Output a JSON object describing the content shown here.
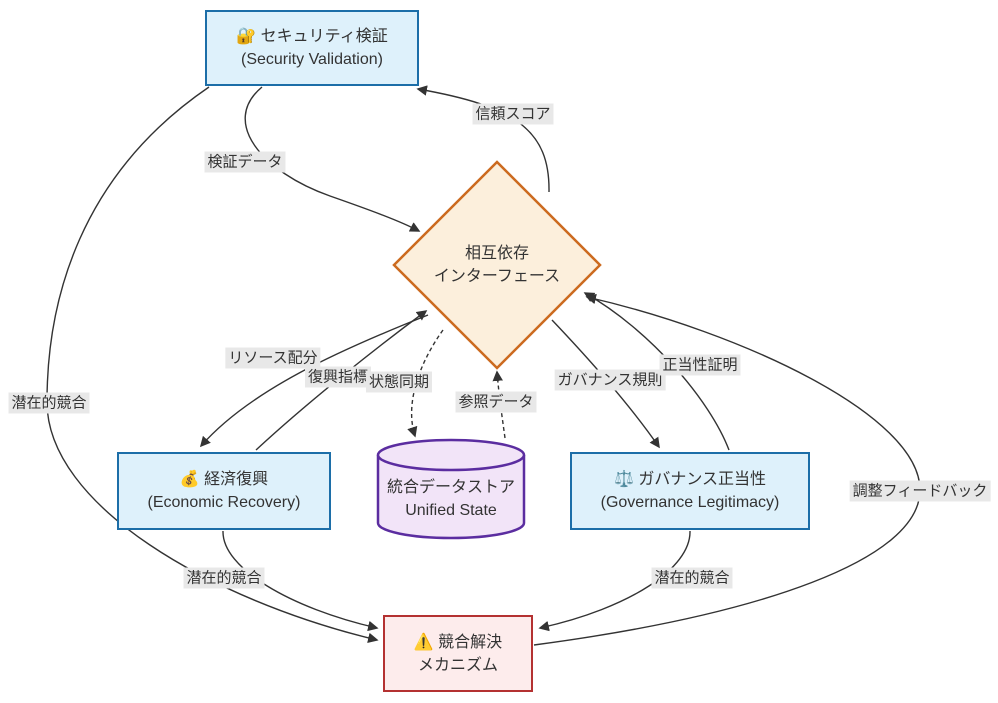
{
  "diagram": {
    "type": "flowchart",
    "nodes": {
      "security": {
        "icon": "🔐",
        "line1": "セキュリティ検証",
        "line2": "(Security Validation)",
        "shape": "rect"
      },
      "interface": {
        "line1": "相互依存",
        "line2": "インターフェース",
        "shape": "diamond"
      },
      "economic": {
        "icon": "💰",
        "line1": "経済復興",
        "line2": "(Economic Recovery)",
        "shape": "rect"
      },
      "datastore": {
        "line1": "統合データストア",
        "line2": "Unified State",
        "shape": "cylinder"
      },
      "governance": {
        "icon": "⚖️",
        "line1": "ガバナンス正当性",
        "line2": "(Governance Legitimacy)",
        "shape": "rect"
      },
      "conflict": {
        "icon": "⚠️",
        "line1": "競合解決",
        "line2": "メカニズム",
        "shape": "rect"
      }
    },
    "edges": [
      {
        "from": "security",
        "to": "interface",
        "label": "検証データ",
        "style": "solid"
      },
      {
        "from": "interface",
        "to": "security",
        "label": "信頼スコア",
        "style": "solid"
      },
      {
        "from": "interface",
        "to": "economic",
        "label": "リソース配分",
        "style": "solid"
      },
      {
        "from": "economic",
        "to": "interface",
        "label": "復興指標",
        "style": "solid"
      },
      {
        "from": "interface",
        "to": "datastore",
        "label": "状態同期",
        "style": "dashed"
      },
      {
        "from": "datastore",
        "to": "interface",
        "label": "参照データ",
        "style": "dashed"
      },
      {
        "from": "interface",
        "to": "governance",
        "label": "ガバナンス規則",
        "style": "solid"
      },
      {
        "from": "governance",
        "to": "interface",
        "label": "正当性証明",
        "style": "solid"
      },
      {
        "from": "security",
        "to": "conflict",
        "label": "潜在的競合",
        "style": "solid"
      },
      {
        "from": "economic",
        "to": "conflict",
        "label": "潜在的競合",
        "style": "solid"
      },
      {
        "from": "governance",
        "to": "conflict",
        "label": "潜在的競合",
        "style": "solid"
      },
      {
        "from": "conflict",
        "to": "interface",
        "label": "調整フィードバック",
        "style": "solid"
      }
    ],
    "colors": {
      "blue_node_fill": "#def1fb",
      "blue_node_stroke": "#1c6ea8",
      "diamond_fill": "#fcefdc",
      "diamond_stroke": "#cc6a1f",
      "datastore_fill": "#f2e4f8",
      "datastore_stroke": "#5b2da0",
      "conflict_fill": "#fdecec",
      "conflict_stroke": "#b43131",
      "edge_stroke": "#333333",
      "edge_label_bg": "#e8e8e8",
      "text": "#333333"
    }
  }
}
